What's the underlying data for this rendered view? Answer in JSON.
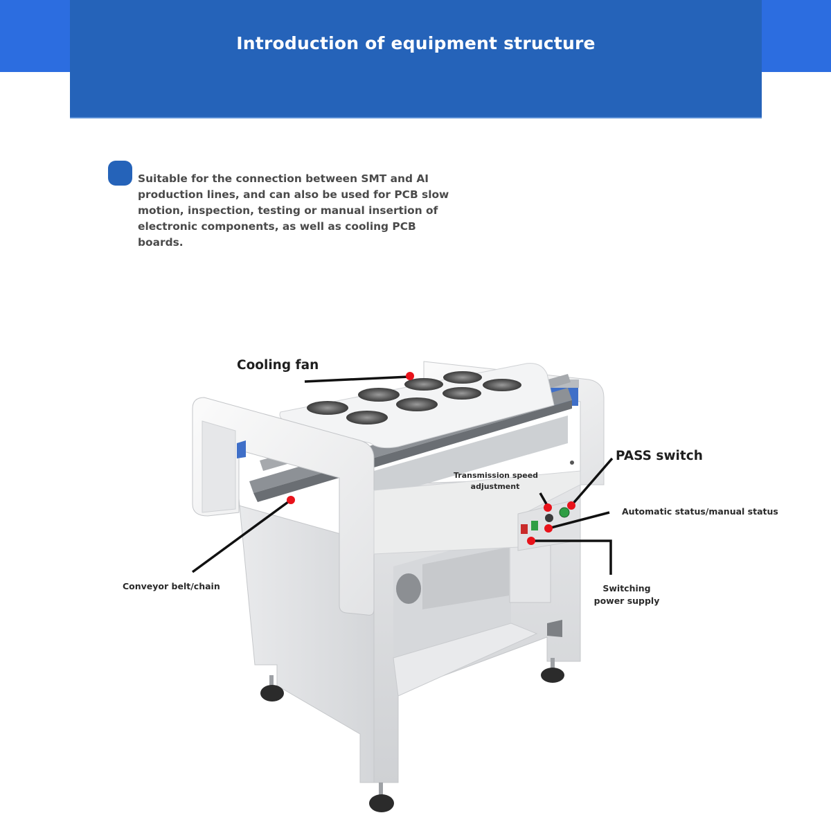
{
  "header": {
    "title": "Introduction of equipment structure",
    "colors": {
      "band": "#2c6de0",
      "banner": "#2563b9",
      "title_text": "#ffffff"
    }
  },
  "description": {
    "bullet_color": "#2563b9",
    "text": "Suitable for the connection between SMT and AI production lines, and can also be used for PCB slow motion, inspection, testing or manual insertion of electronic components, as well as cooling PCB boards."
  },
  "diagram": {
    "subject": "PCB conveyor with cooling fans",
    "marker_color": "#e8121a",
    "callouts": [
      {
        "id": "cooling-fan",
        "label": "Cooling fan"
      },
      {
        "id": "pass-switch",
        "label": "PASS switch"
      },
      {
        "id": "transmission-speed",
        "label_line1": "Transmission speed",
        "label_line2": "adjustment"
      },
      {
        "id": "auto-manual-status",
        "label": "Automatic status/manual status"
      },
      {
        "id": "conveyor-belt",
        "label": "Conveyor belt/chain"
      },
      {
        "id": "switching-power",
        "label_line1": "Switching",
        "label_line2": "power supply"
      }
    ]
  }
}
